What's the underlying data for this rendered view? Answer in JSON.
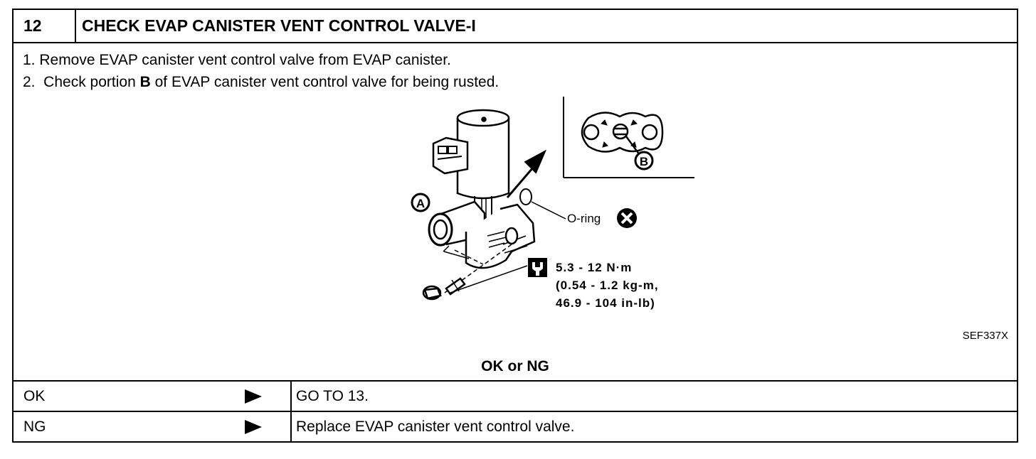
{
  "step": {
    "number": "12",
    "title": "CHECK EVAP CANISTER VENT CONTROL VALVE-I"
  },
  "instructions": [
    "1.  Remove EVAP canister vent control valve from EVAP canister.",
    {
      "prefix": "2.  Check portion ",
      "bold": "B",
      "suffix": " of EVAP canister vent control valve for being rusted."
    }
  ],
  "figure": {
    "callout_a": "A",
    "callout_b": "B",
    "oring_label": "O-ring",
    "torque": [
      "5.3 - 12 N·m",
      "(0.54 - 1.2 kg-m,",
      "46.9 - 104 in-lb)"
    ],
    "ref_code": "SEF337X",
    "icons": [
      "valve-illustration",
      "bolt-icon",
      "torque-wrench-icon",
      "do-not-reuse-icon",
      "arrow-icon"
    ]
  },
  "decision": {
    "question": "OK or NG",
    "rows": [
      {
        "result": "OK",
        "action": "GO TO 13."
      },
      {
        "result": "NG",
        "action": "Replace EVAP canister vent control valve."
      }
    ]
  }
}
